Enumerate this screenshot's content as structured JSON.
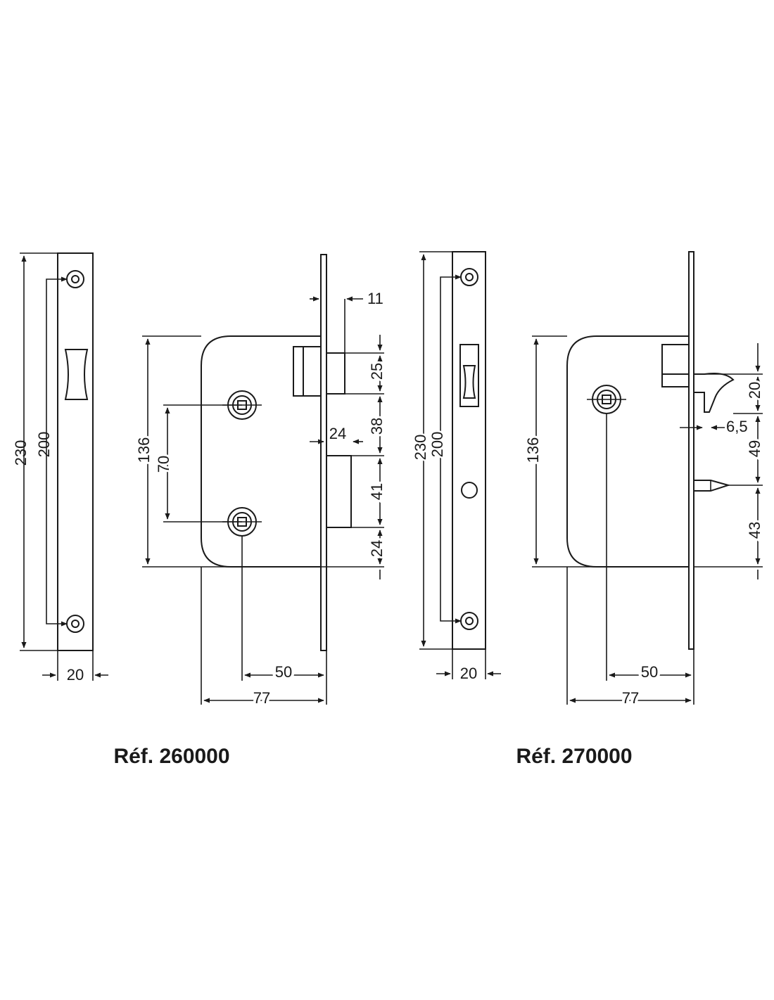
{
  "colors": {
    "ink": "#1a1a1a",
    "background": "#ffffff"
  },
  "lock_a": {
    "reference": "Réf. 260000",
    "plate": {
      "height": "230",
      "screw_spacing": "200",
      "width": "20"
    },
    "body": {
      "height": "136",
      "spindle_spacing": "70",
      "backset": "50",
      "depth": "77",
      "dim_11": "11",
      "dim_25": "25",
      "dim_38": "38",
      "dim_24_bolt": "24",
      "dim_41": "41",
      "dim_24_bottom": "24"
    }
  },
  "lock_b": {
    "reference": "Réf. 270000",
    "plate": {
      "height": "230",
      "screw_spacing": "200",
      "width": "20"
    },
    "body": {
      "height": "136",
      "backset": "50",
      "depth": "77",
      "dim_20": "20",
      "dim_6_5": "6,5",
      "dim_49": "49",
      "dim_43": "43"
    }
  }
}
